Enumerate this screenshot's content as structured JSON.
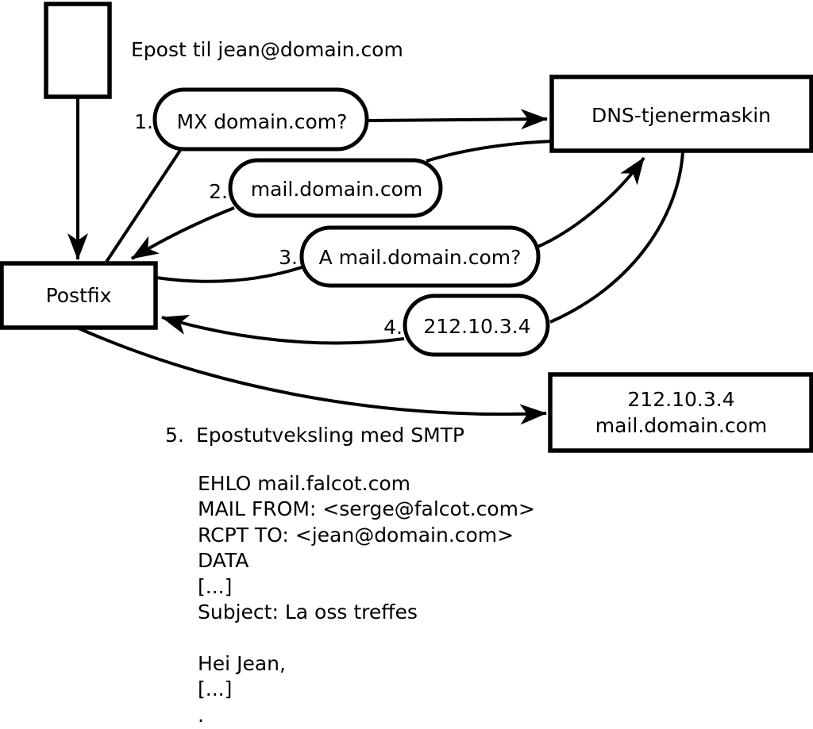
{
  "diagram": {
    "title": "Epost til jean@domain.com",
    "nodes": {
      "postfix_label": "Postfix",
      "dns_server_label": "DNS-tjenermaskin",
      "mail_server_line1": "212.10.3.4",
      "mail_server_line2": "mail.domain.com"
    },
    "steps": [
      {
        "num": "1.",
        "label": "MX domain.com?"
      },
      {
        "num": "2.",
        "label": "mail.domain.com"
      },
      {
        "num": "3.",
        "label": "A mail.domain.com?"
      },
      {
        "num": "4.",
        "label": "212.10.3.4"
      },
      {
        "num": "5.",
        "label": "Epostutveksling med SMTP"
      }
    ],
    "smtp_session": [
      "EHLO mail.falcot.com",
      "MAIL FROM: <serge@falcot.com>",
      "RCPT TO: <jean@domain.com>",
      "DATA",
      "[...]",
      "Subject: La oss treffes",
      "",
      "Hei Jean,",
      "[...]",
      "."
    ],
    "colors": {
      "stroke": "#000000",
      "background": "#ffffff"
    }
  }
}
